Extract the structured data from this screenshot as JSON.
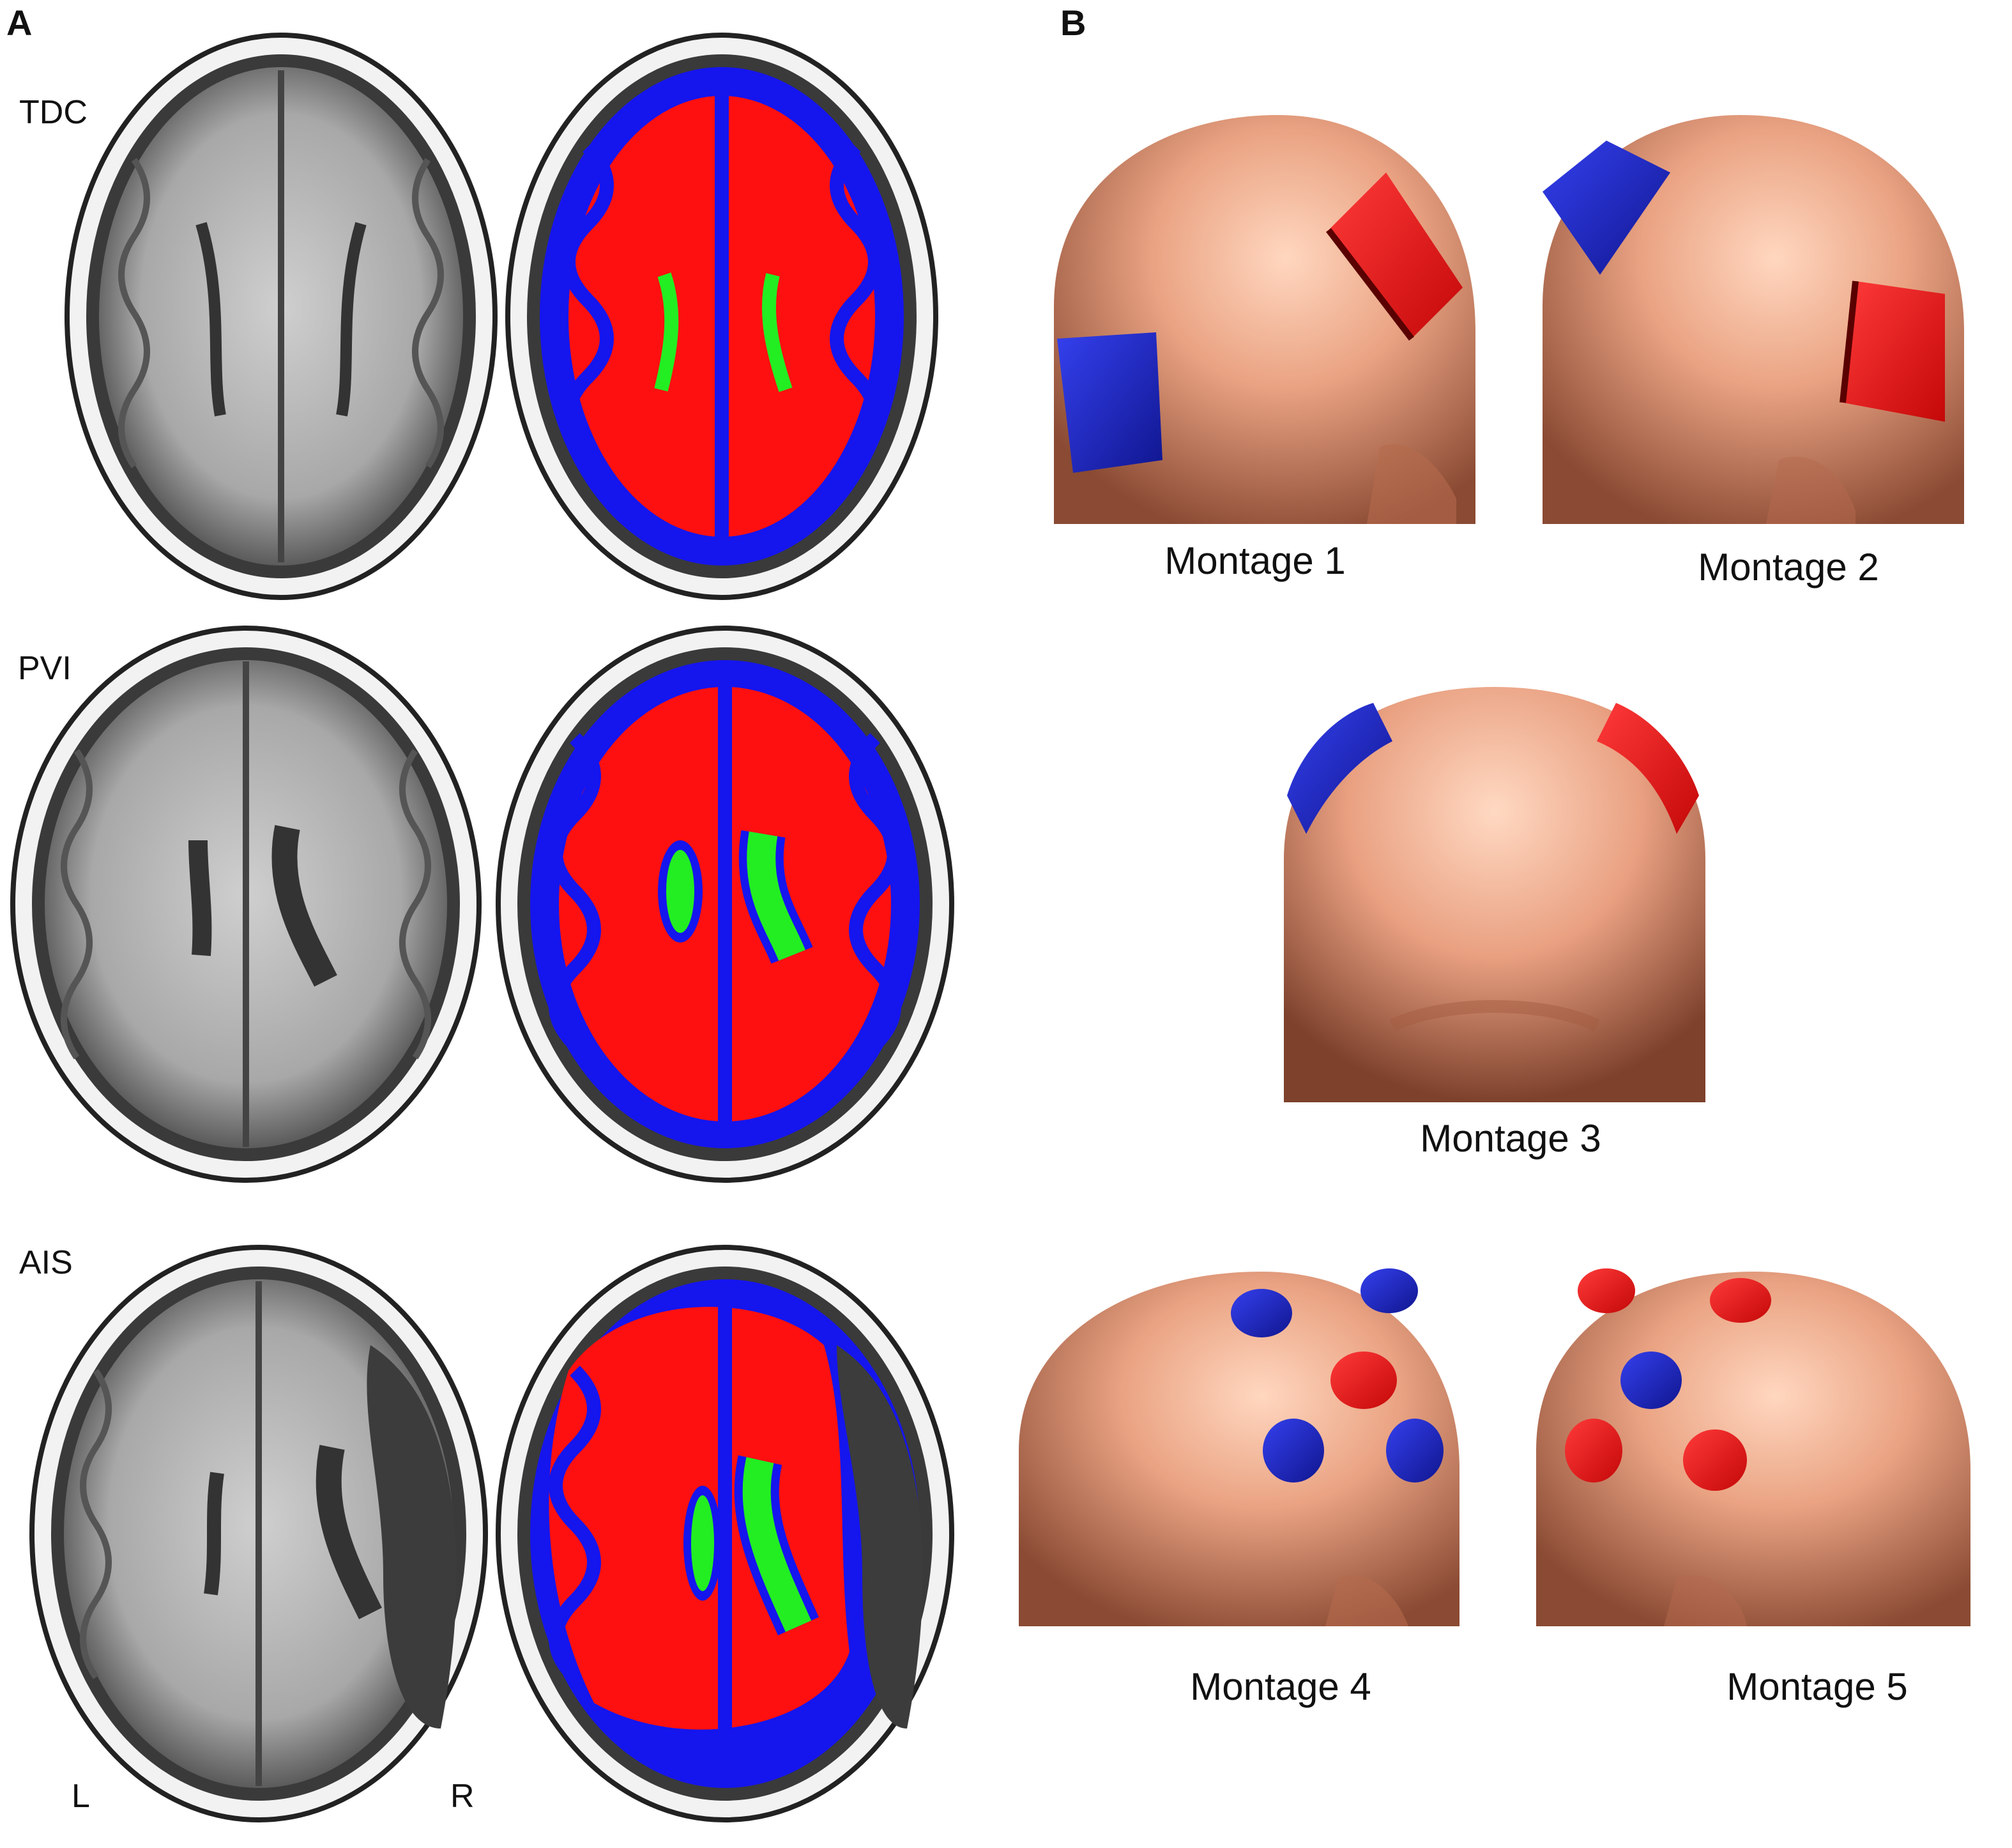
{
  "panels": {
    "a": {
      "letter": "A"
    },
    "b": {
      "letter": "B"
    }
  },
  "rows": [
    {
      "label": "TDC"
    },
    {
      "label": "PVI"
    },
    {
      "label": "AIS"
    }
  ],
  "orientation": {
    "left": "L",
    "right": "R"
  },
  "montages": [
    {
      "label": "Montage 1"
    },
    {
      "label": "Montage 2"
    },
    {
      "label": "Montage 3"
    },
    {
      "label": "Montage 4"
    },
    {
      "label": "Montage 5"
    }
  ],
  "colors": {
    "skin": "#eaa383",
    "anode": "#ee1111",
    "cathode": "#1a22cc",
    "white_matter": "#ff1010",
    "gray_matter": "#1515ee",
    "csf": "#22ee22",
    "mri_gray": "#b9b9b9"
  }
}
